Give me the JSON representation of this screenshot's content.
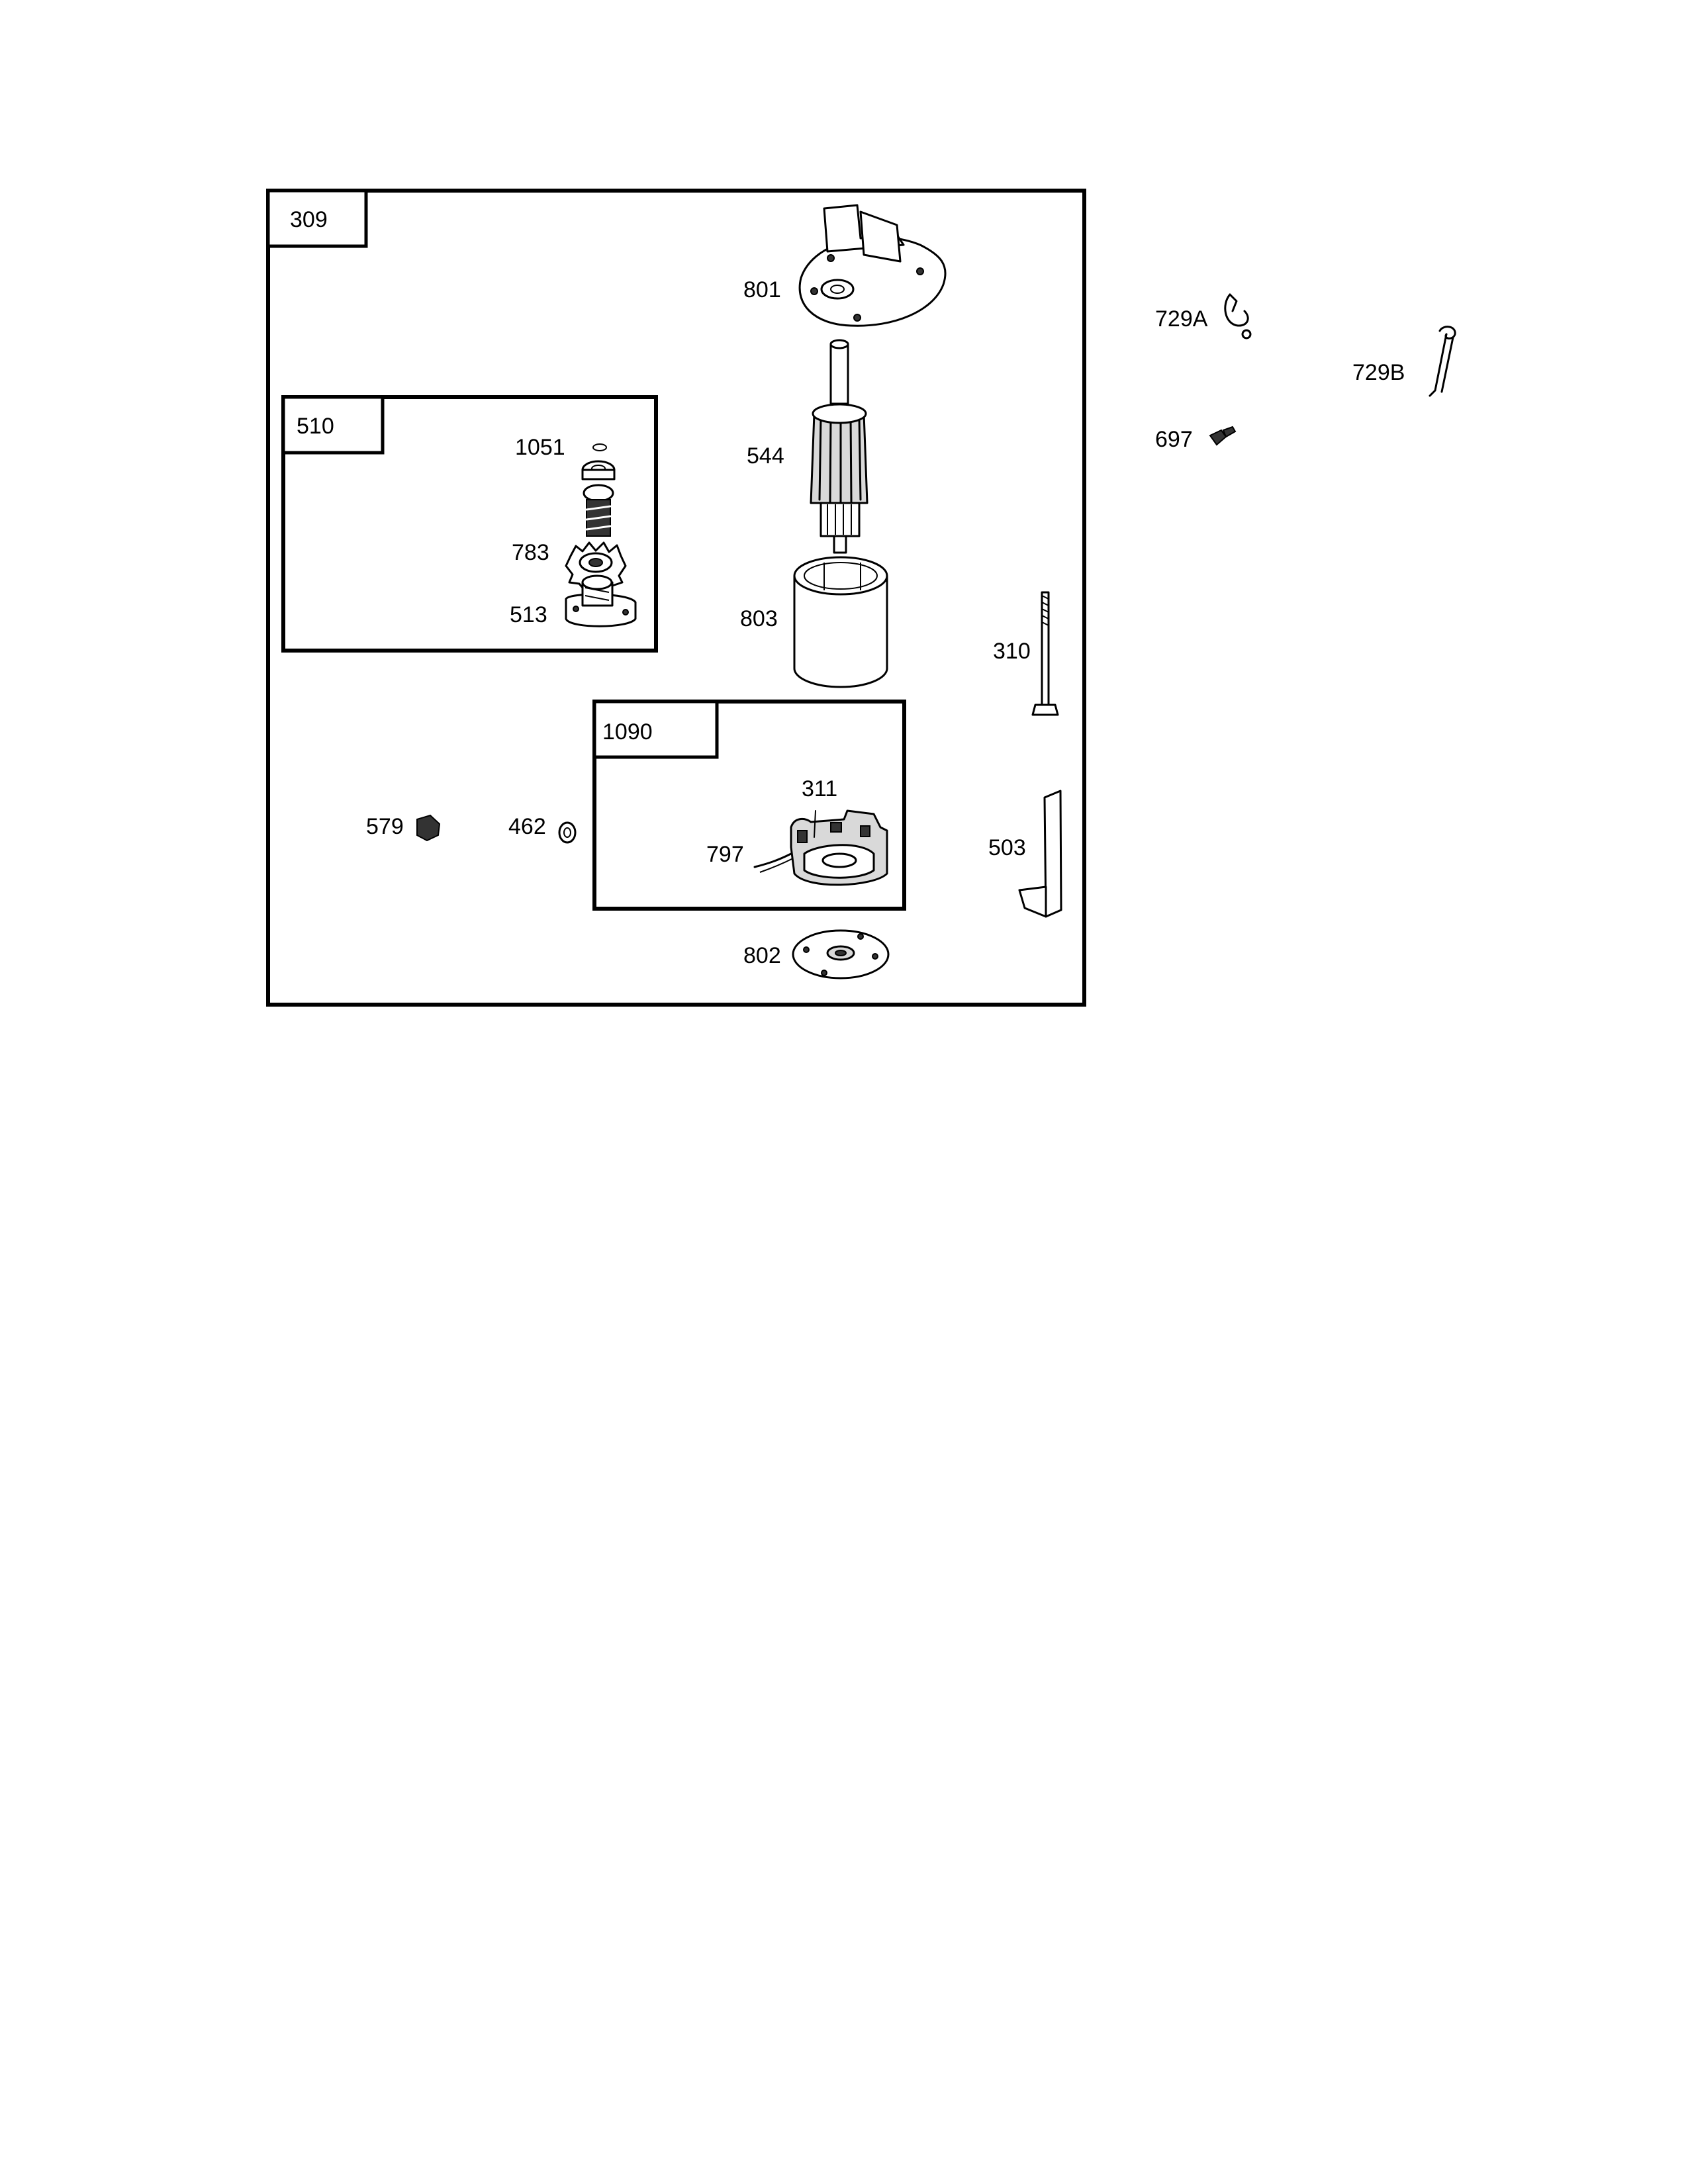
{
  "labels": {
    "309": "309",
    "510": "510",
    "1090": "1090",
    "801": "801",
    "544": "544",
    "803": "803",
    "1051": "1051",
    "783": "783",
    "513": "513",
    "311": "311",
    "797": "797",
    "802": "802",
    "579": "579",
    "462": "462",
    "310": "310",
    "503": "503",
    "729A": "729A",
    "729B": "729B",
    "697": "697"
  }
}
